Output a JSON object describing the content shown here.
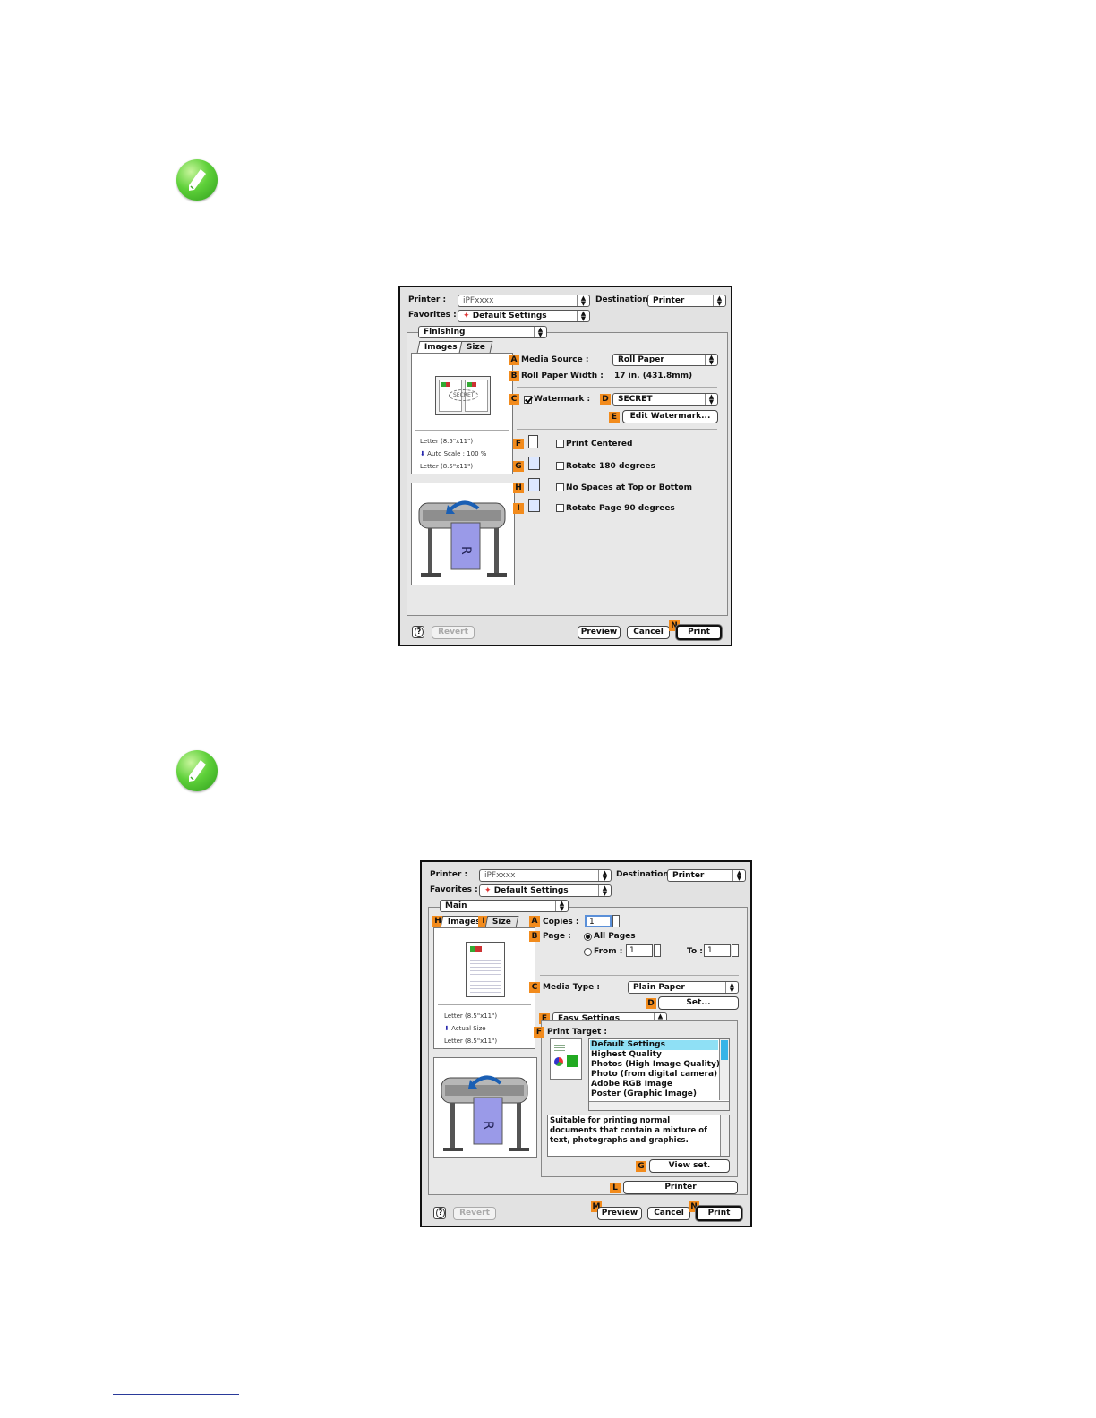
{
  "finishing_dialog": {
    "printer_label": "Printer :",
    "printer_value": "iPFxxxx",
    "destination_label": "Destination :",
    "destination_value": "Printer",
    "favorites_label": "Favorites :",
    "favorites_value": "Default Settings",
    "panel_value": "Finishing",
    "tab_images": "Images",
    "tab_size": "Size",
    "media_source_label": "Media Source :",
    "media_source_value": "Roll Paper",
    "roll_width_label": "Roll Paper Width :",
    "roll_width_value": "17 in. (431.8mm)",
    "watermark_label": "Watermark :",
    "watermark_checked": true,
    "watermark_value": "SECRET",
    "edit_watermark_button": "Edit Watermark...",
    "print_centered": "Print Centered",
    "rotate_180": "Rotate 180 degrees",
    "no_spaces": "No Spaces at Top or Bottom",
    "rotate_90": "Rotate Page 90 degrees",
    "size_line1": "Letter (8.5\"x11\")",
    "size_line2": "Auto Scale : 100 %",
    "size_line3": "Letter (8.5\"x11\")",
    "revert_button": "Revert",
    "preview_button": "Preview",
    "cancel_button": "Cancel",
    "print_button": "Print",
    "thumb_text": "SECRET",
    "badges": {
      "a": "A",
      "b": "B",
      "c": "C",
      "d": "D",
      "e": "E",
      "f": "F",
      "g": "G",
      "h": "H",
      "i": "I",
      "n": "N"
    }
  },
  "main_dialog": {
    "printer_label": "Printer :",
    "printer_value": "iPFxxxx",
    "destination_label": "Destination :",
    "destination_value": "Printer",
    "favorites_label": "Favorites :",
    "favorites_value": "Default Settings",
    "panel_value": "Main",
    "tab_images": "Images",
    "tab_size": "Size",
    "copies_label": "Copies :",
    "copies_value": "1",
    "page_label": "Page :",
    "all_pages": "All Pages",
    "from_label": "From :",
    "from_value": "1",
    "to_label": "To :",
    "to_value": "1",
    "media_type_label": "Media Type :",
    "media_type_value": "Plain Paper",
    "set_button": "Set...",
    "easy_settings_value": "Easy Settings",
    "print_target_label": "Print Target :",
    "targets": [
      "Default Settings",
      "Highest Quality",
      "Photos (High Image Quality)",
      "Photo (from digital camera)",
      "Adobe RGB Image",
      "Poster (Graphic Image)"
    ],
    "description": "Suitable for printing normal documents that contain a mixture of text, photographs and graphics.",
    "view_set_button": "View set.",
    "printer_button": "Printer",
    "size_line1": "Letter (8.5\"x11\")",
    "size_line2": "Actual Size",
    "size_line3": "Letter (8.5\"x11\")",
    "revert_button": "Revert",
    "preview_button": "Preview",
    "cancel_button": "Cancel",
    "print_button": "Print",
    "badges": {
      "a": "A",
      "b": "B",
      "c": "C",
      "d": "D",
      "e": "E",
      "f": "F",
      "g": "G",
      "h": "H",
      "i": "I",
      "l": "L",
      "m": "M",
      "n": "N"
    }
  },
  "colors": {
    "badge": "#f28b1c",
    "note_icon": "#5fd13a",
    "selection": "#8fe0f5"
  }
}
